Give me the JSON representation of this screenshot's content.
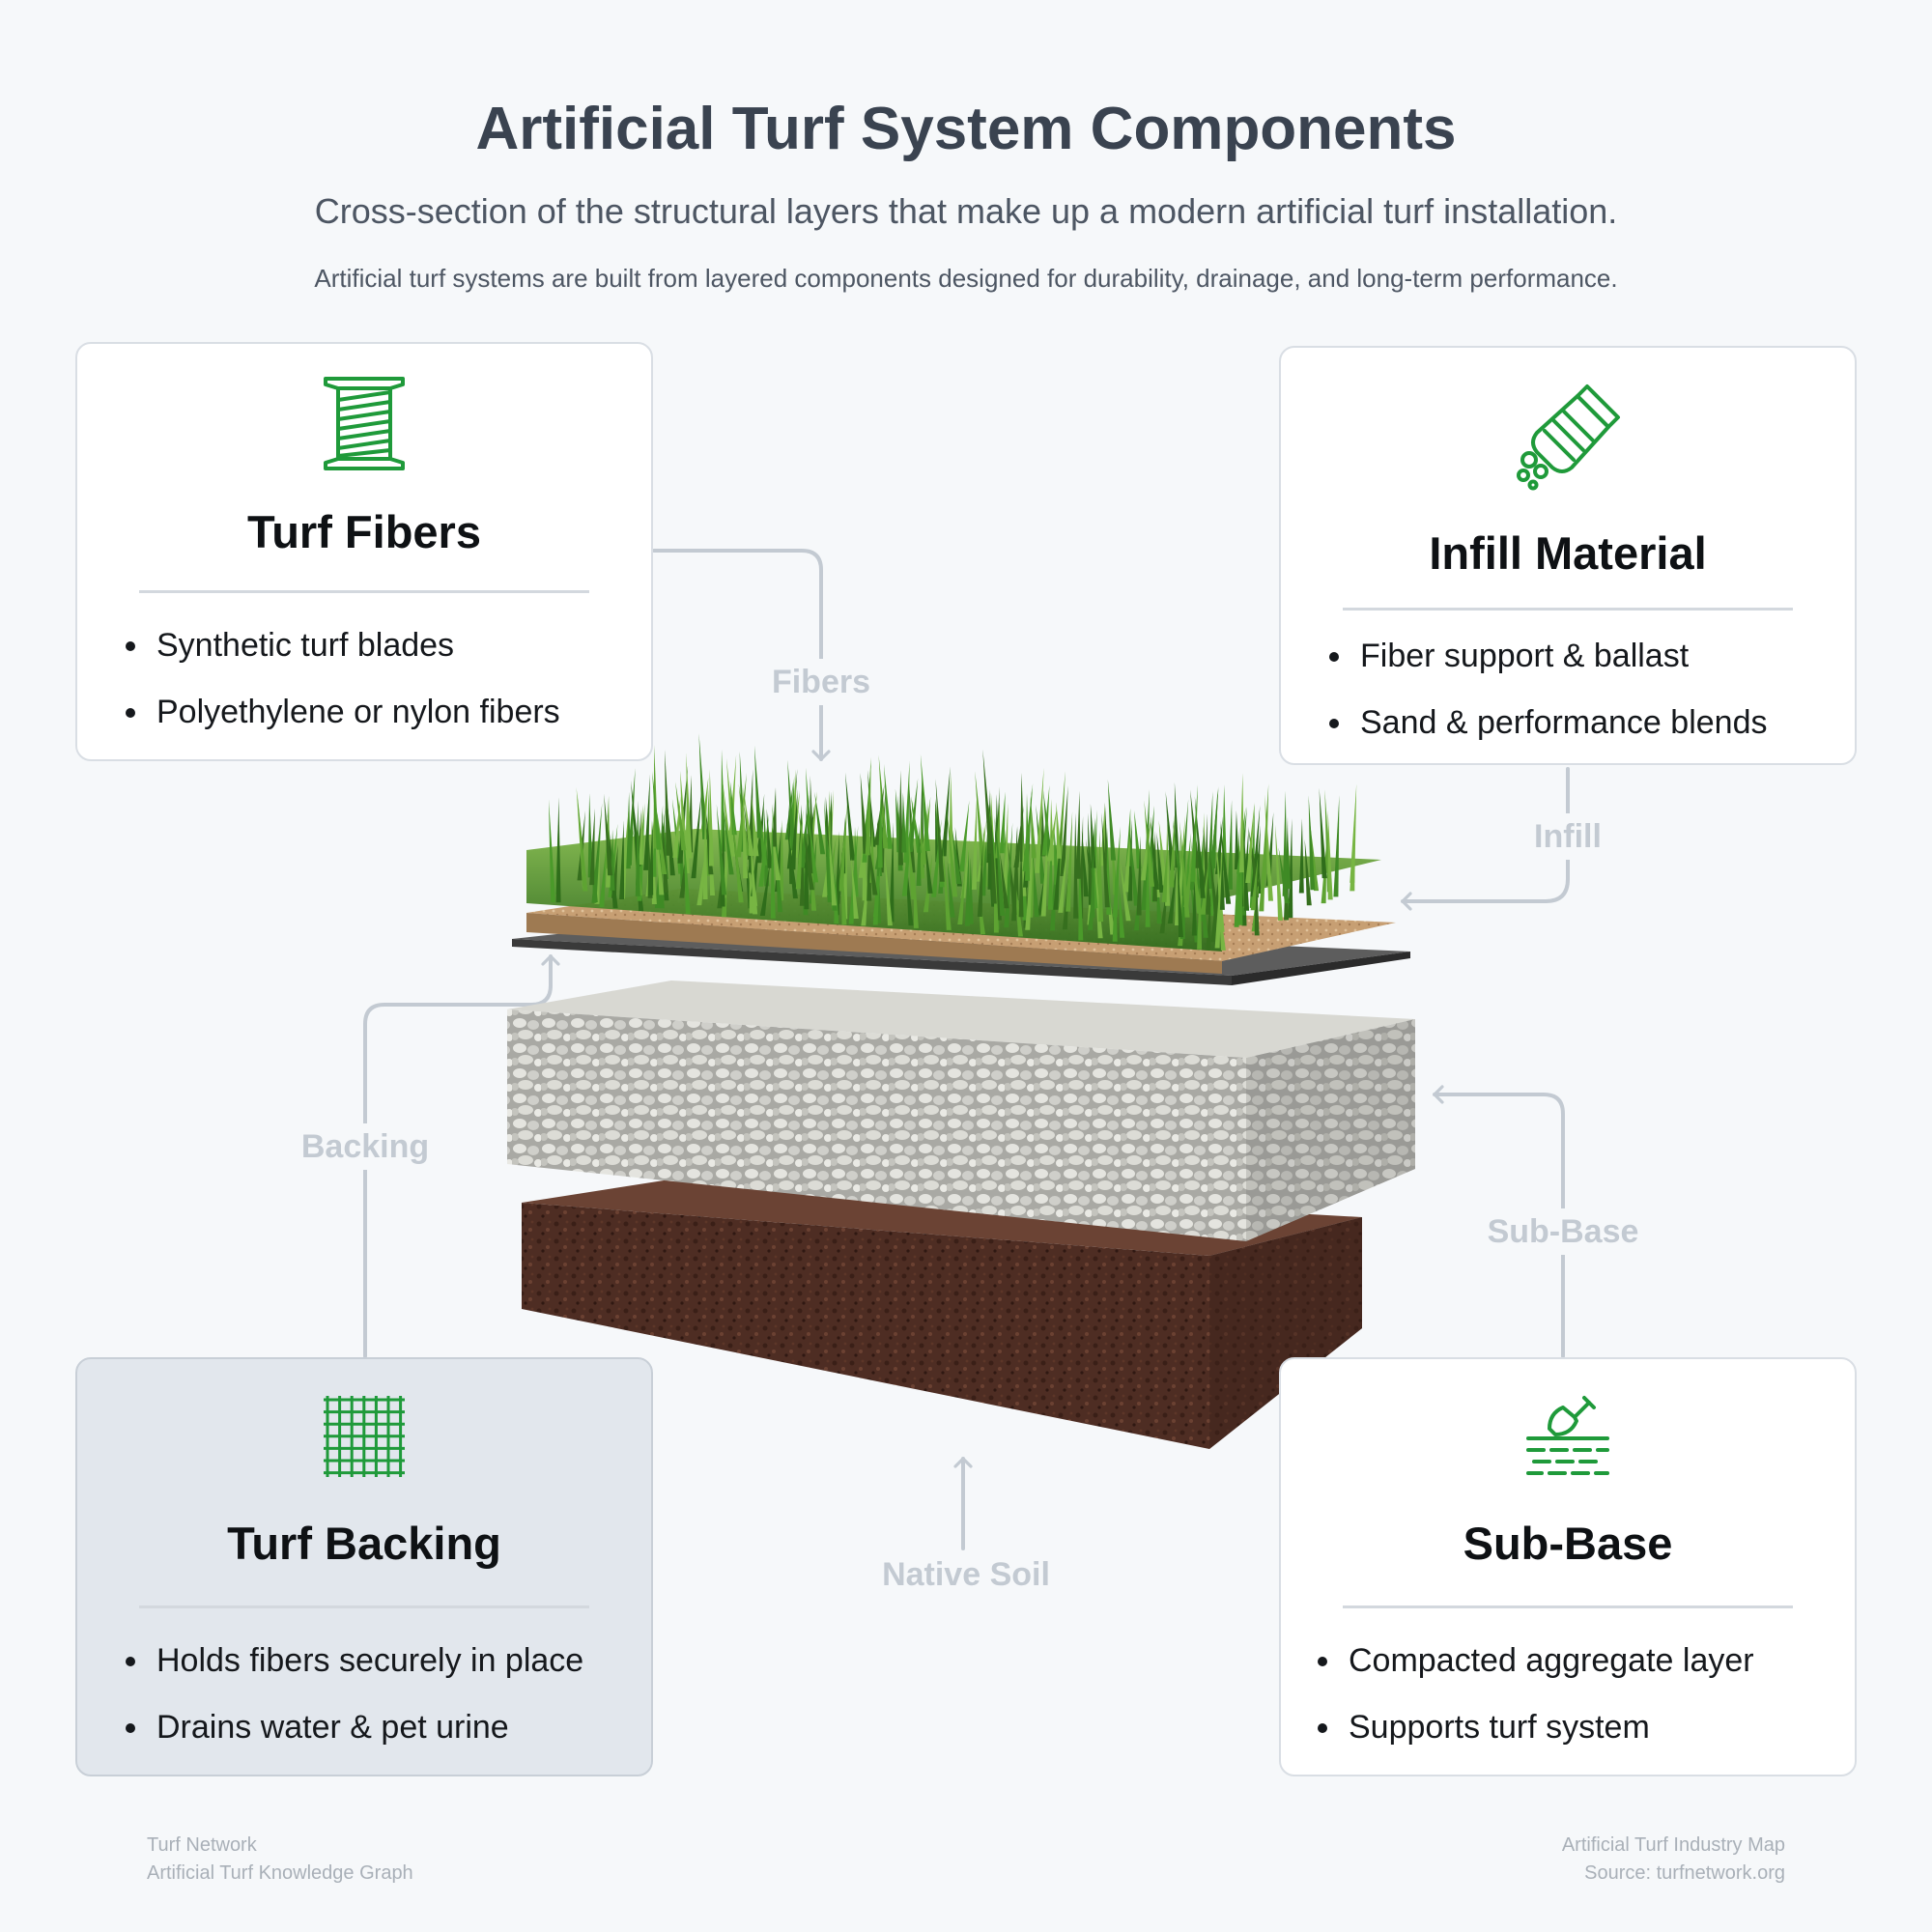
{
  "header": {
    "title": "Artificial Turf System Components",
    "subtitle": "Cross-section of the structural layers that make up a modern artificial turf installation.",
    "description": "Artificial turf systems are built from layered components designed for durability, drainage, and long-term performance."
  },
  "cards": {
    "fibers": {
      "icon": "thread-spool-icon",
      "title": "Turf Fibers",
      "items": [
        "Synthetic turf blades",
        "Polyethylene or nylon fibers"
      ]
    },
    "infill": {
      "icon": "infill-bag-icon",
      "title": "Infill Material",
      "items": [
        "Fiber support & ballast",
        "Sand & performance blends"
      ]
    },
    "backing": {
      "icon": "woven-mesh-icon",
      "title": "Turf Backing",
      "items": [
        "Holds fibers securely in place",
        "Drains water & pet urine"
      ]
    },
    "subbase": {
      "icon": "trowel-ground-icon",
      "title": "Sub-Base",
      "items": [
        "Compacted aggregate layer",
        "Supports turf system"
      ]
    }
  },
  "connectors": {
    "fibers": "Fibers",
    "infill": "Infill",
    "backing": "Backing",
    "subbase": "Sub-Base",
    "soil": "Native Soil"
  },
  "footer": {
    "left_line1": "Turf Network",
    "left_line2": "Artificial Turf Knowledge Graph",
    "right_line1": "Artificial Turf Industry Map",
    "right_line2": "Source: turfnetwork.org"
  },
  "colors": {
    "accent_green": "#1f9a3a",
    "connector_gray": "#c3cad2",
    "highlight_card": "#e2e7ed"
  }
}
